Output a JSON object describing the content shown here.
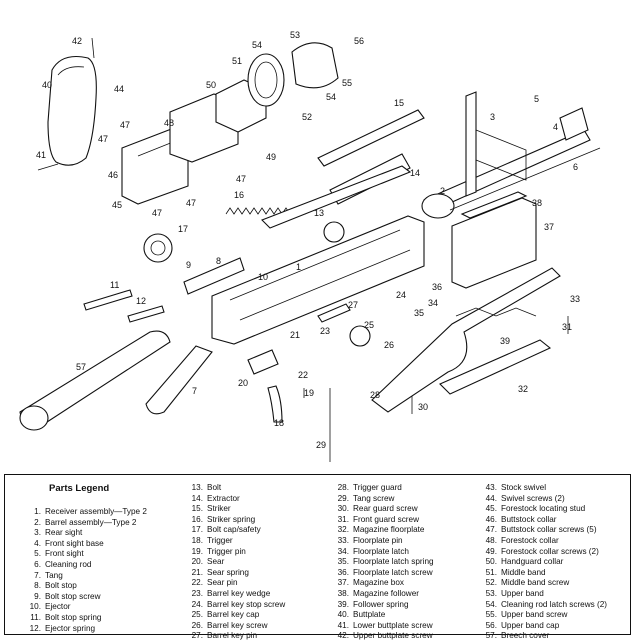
{
  "legend": {
    "title": "Parts Legend",
    "columns": [
      [
        {
          "num": "1.",
          "label": "Receiver assembly—Type 2"
        },
        {
          "num": "2.",
          "label": "Barrel assembly—Type 2"
        },
        {
          "num": "3.",
          "label": "Rear sight"
        },
        {
          "num": "4.",
          "label": "Front sight base"
        },
        {
          "num": "5.",
          "label": "Front sight"
        },
        {
          "num": "6.",
          "label": "Cleaning rod"
        },
        {
          "num": "7.",
          "label": "Tang"
        },
        {
          "num": "8.",
          "label": "Bolt stop"
        },
        {
          "num": "9.",
          "label": "Bolt stop screw"
        },
        {
          "num": "10.",
          "label": "Ejector"
        },
        {
          "num": "11.",
          "label": "Bolt stop spring"
        },
        {
          "num": "12.",
          "label": "Ejector spring"
        }
      ],
      [
        {
          "num": "13.",
          "label": "Bolt"
        },
        {
          "num": "14.",
          "label": "Extractor"
        },
        {
          "num": "15.",
          "label": "Striker"
        },
        {
          "num": "16.",
          "label": "Striker spring"
        },
        {
          "num": "17.",
          "label": "Bolt cap/safety"
        },
        {
          "num": "18.",
          "label": "Trigger"
        },
        {
          "num": "19.",
          "label": "Trigger pin"
        },
        {
          "num": "20.",
          "label": "Sear"
        },
        {
          "num": "21.",
          "label": "Sear spring"
        },
        {
          "num": "22.",
          "label": "Sear pin"
        },
        {
          "num": "23.",
          "label": "Barrel key wedge"
        },
        {
          "num": "24.",
          "label": "Barrel key stop screw"
        },
        {
          "num": "25.",
          "label": "Barrel key cap"
        },
        {
          "num": "26.",
          "label": "Barrel key screw"
        },
        {
          "num": "27.",
          "label": "Barrel key pin"
        }
      ],
      [
        {
          "num": "28.",
          "label": "Trigger guard"
        },
        {
          "num": "29.",
          "label": "Tang screw"
        },
        {
          "num": "30.",
          "label": "Rear guard screw"
        },
        {
          "num": "31.",
          "label": "Front guard screw"
        },
        {
          "num": "32.",
          "label": "Magazine floorplate"
        },
        {
          "num": "33.",
          "label": "Floorplate pin"
        },
        {
          "num": "34.",
          "label": "Floorplate latch"
        },
        {
          "num": "35.",
          "label": "Floorplate latch spring"
        },
        {
          "num": "36.",
          "label": "Floorplate latch screw"
        },
        {
          "num": "37.",
          "label": "Magazine box"
        },
        {
          "num": "38.",
          "label": "Magazine follower"
        },
        {
          "num": "39.",
          "label": "Follower spring"
        },
        {
          "num": "40.",
          "label": "Buttplate"
        },
        {
          "num": "41.",
          "label": "Lower buttplate screw"
        },
        {
          "num": "42.",
          "label": "Upper buttplate screw"
        }
      ],
      [
        {
          "num": "43.",
          "label": "Stock swivel"
        },
        {
          "num": "44.",
          "label": "Swivel screws (2)"
        },
        {
          "num": "45.",
          "label": "Forestock locating stud"
        },
        {
          "num": "46.",
          "label": "Buttstock collar"
        },
        {
          "num": "47.",
          "label": "Buttstock collar screws (5)"
        },
        {
          "num": "48.",
          "label": "Forestock collar"
        },
        {
          "num": "49.",
          "label": "Forestock collar screws (2)"
        },
        {
          "num": "50.",
          "label": "Handguard collar"
        },
        {
          "num": "51.",
          "label": "Middle band"
        },
        {
          "num": "52.",
          "label": "Middle band screw"
        },
        {
          "num": "53.",
          "label": "Upper band"
        },
        {
          "num": "54.",
          "label": "Cleaning rod latch screws (2)"
        },
        {
          "num": "55.",
          "label": "Upper band screw"
        },
        {
          "num": "56.",
          "label": "Upper band cap"
        },
        {
          "num": "57.",
          "label": "Breech cover"
        }
      ]
    ]
  },
  "callouts": [
    "1",
    "2",
    "3",
    "4",
    "5",
    "6",
    "7",
    "8",
    "9",
    "10",
    "11",
    "12",
    "13",
    "14",
    "15",
    "16",
    "17",
    "18",
    "19",
    "20",
    "21",
    "22",
    "23",
    "24",
    "25",
    "26",
    "27",
    "28",
    "29",
    "30",
    "31",
    "32",
    "33",
    "34",
    "35",
    "36",
    "37",
    "38",
    "39",
    "40",
    "41",
    "42",
    "44",
    "45",
    "46",
    "47",
    "47",
    "47",
    "47",
    "47",
    "48",
    "49",
    "50",
    "51",
    "52",
    "53",
    "54",
    "54",
    "55",
    "56",
    "57"
  ]
}
